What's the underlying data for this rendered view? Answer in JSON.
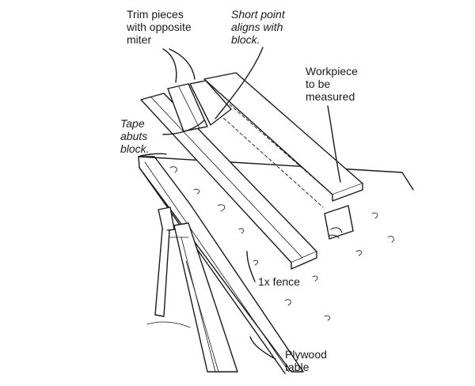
{
  "labels": {
    "trim_pieces": "Trim pieces\nwith opposite\nmiter",
    "short_point": "Short point\naligns with\nblock.",
    "workpiece": "Workpiece\nto be\nmeasured",
    "tape_abuts": "Tape\nabuts\nblock.",
    "fence": "1x fence",
    "plywood": "Plywood\ntable"
  },
  "colors": {
    "ink": "#1a1a1a",
    "paper": "#ffffff"
  }
}
